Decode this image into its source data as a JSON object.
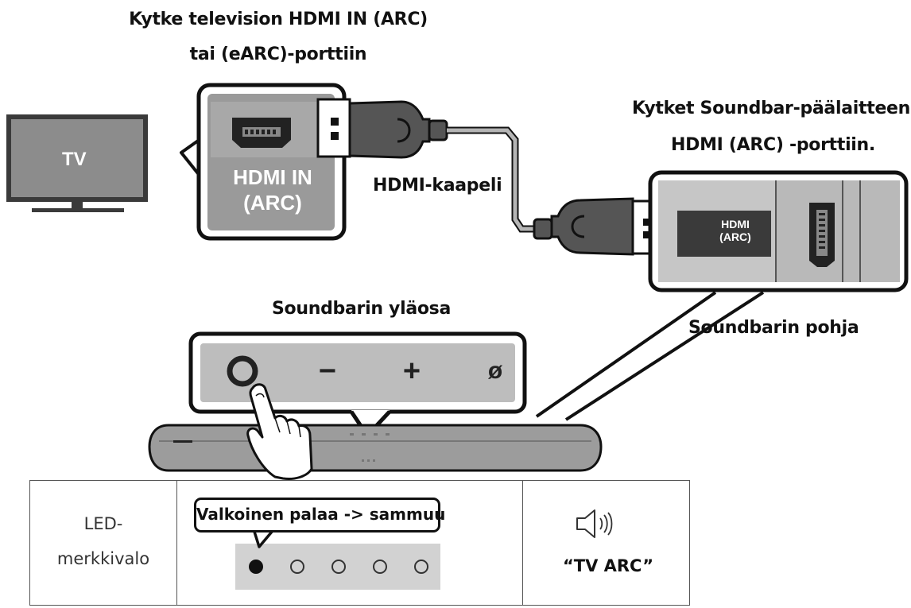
{
  "captions": {
    "tv_port_line1": "Kytke television HDMI IN (ARC)",
    "tv_port_line2": "tai (eARC)-porttiin",
    "soundbar_port_line1": "Kytket Soundbar-päälaitteen",
    "soundbar_port_line2": "HDMI (ARC) -porttiin.",
    "cable": "HDMI-kaapeli",
    "soundbar_top": "Soundbarin yläosa",
    "soundbar_bottom": "Soundbarin pohja"
  },
  "tv": {
    "label": "TV"
  },
  "tv_port": {
    "line1": "HDMI IN",
    "line2": "(ARC)"
  },
  "soundbar_port": {
    "line1": "HDMI",
    "line2": "(ARC)"
  },
  "soundbar_buttons": {
    "power_icon": "power-button-icon",
    "volume_down": "−",
    "volume_up": "+",
    "mute": "ø"
  },
  "led_table": {
    "label_line1": "LED-",
    "label_line2": "merkkivalo",
    "status_text": "Valkoinen palaa -> sammuu",
    "leds": [
      "on",
      "off",
      "off",
      "off",
      "off"
    ],
    "audio_icon": "speaker-icon",
    "audio_text": "“TV ARC”"
  },
  "colors": {
    "panel_gray": "#bdbdbd",
    "dark_gray": "#3a3a3a",
    "port_gray": "#8a8a8a"
  }
}
